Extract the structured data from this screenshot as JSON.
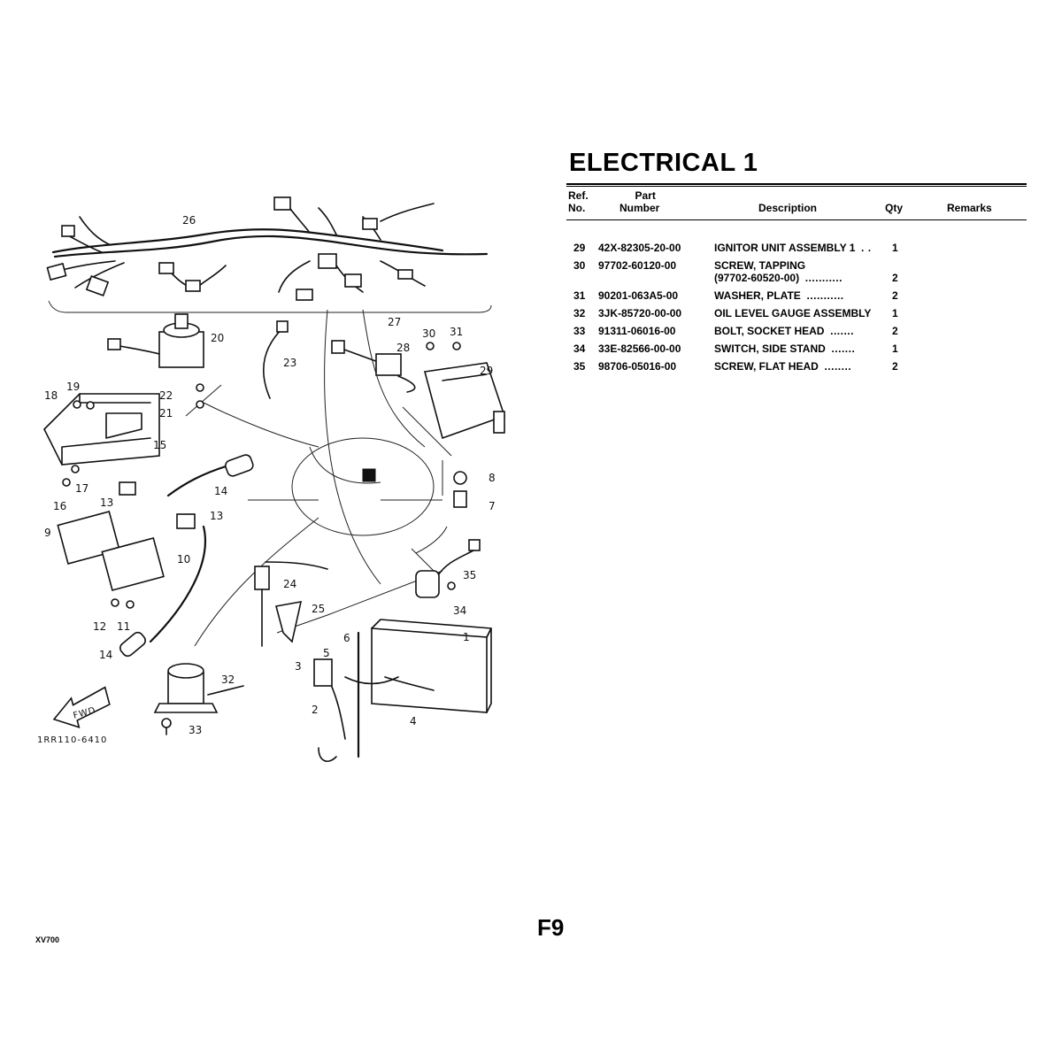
{
  "title": "ELECTRICAL 1",
  "table": {
    "headers": {
      "ref_line1": "Ref.",
      "ref_line2": "No.",
      "part_line1": "Part",
      "part_line2": "Number",
      "description": "Description",
      "qty": "Qty",
      "remarks": "Remarks"
    },
    "rows": [
      {
        "ref": "29",
        "part": "42X-82305-20-00",
        "desc": "IGNITOR UNIT ASSEMBLY 1",
        "dots": ". .",
        "qty": "1"
      },
      {
        "ref": "30",
        "part": "97702-60120-00",
        "desc": "SCREW, TAPPING",
        "desc2": "(97702-60520-00)",
        "dots": "...........",
        "qty": "2"
      },
      {
        "ref": "31",
        "part": "90201-063A5-00",
        "desc": "WASHER, PLATE",
        "dots": "...........",
        "qty": "2"
      },
      {
        "ref": "32",
        "part": "3JK-85720-00-00",
        "desc": "OIL LEVEL GAUGE ASSEMBLY",
        "dots": "",
        "qty": "1"
      },
      {
        "ref": "33",
        "part": "91311-06016-00",
        "desc": "BOLT, SOCKET HEAD",
        "dots": ".......",
        "qty": "2"
      },
      {
        "ref": "34",
        "part": "33E-82566-00-00",
        "desc": "SWITCH, SIDE STAND",
        "dots": ".......",
        "qty": "1"
      },
      {
        "ref": "35",
        "part": "98706-05016-00",
        "desc": "SCREW, FLAT HEAD",
        "dots": "........",
        "qty": "2"
      }
    ]
  },
  "diagram": {
    "callouts": [
      "26",
      "27",
      "30",
      "31",
      "20",
      "23",
      "28",
      "29",
      "19",
      "18",
      "22",
      "21",
      "15",
      "14",
      "8",
      "7",
      "17",
      "16",
      "13",
      "13",
      "9",
      "10",
      "35",
      "24",
      "25",
      "34",
      "12",
      "11",
      "6",
      "1",
      "14",
      "5",
      "3",
      "32",
      "2",
      "4",
      "33"
    ],
    "fwd_label": "FWD",
    "drawing_code": "1RR110-6410"
  },
  "page_number": "F9",
  "model": "XV700"
}
